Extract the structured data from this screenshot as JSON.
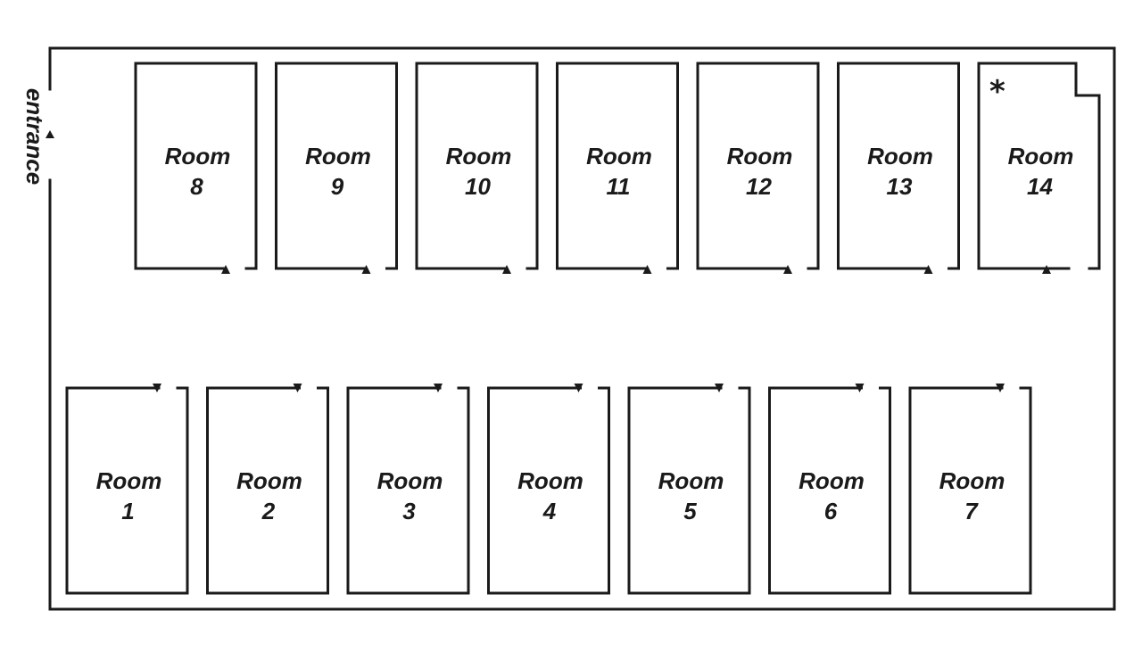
{
  "floor_plan": {
    "entrance_label": "entrance",
    "special_marker": "*",
    "room_word": "Room",
    "rooms_top": [
      {
        "number": "8"
      },
      {
        "number": "9"
      },
      {
        "number": "10"
      },
      {
        "number": "11"
      },
      {
        "number": "12"
      },
      {
        "number": "13"
      },
      {
        "number": "14"
      }
    ],
    "rooms_bottom": [
      {
        "number": "1"
      },
      {
        "number": "2"
      },
      {
        "number": "3"
      },
      {
        "number": "4"
      },
      {
        "number": "5"
      },
      {
        "number": "6"
      },
      {
        "number": "7"
      }
    ]
  }
}
